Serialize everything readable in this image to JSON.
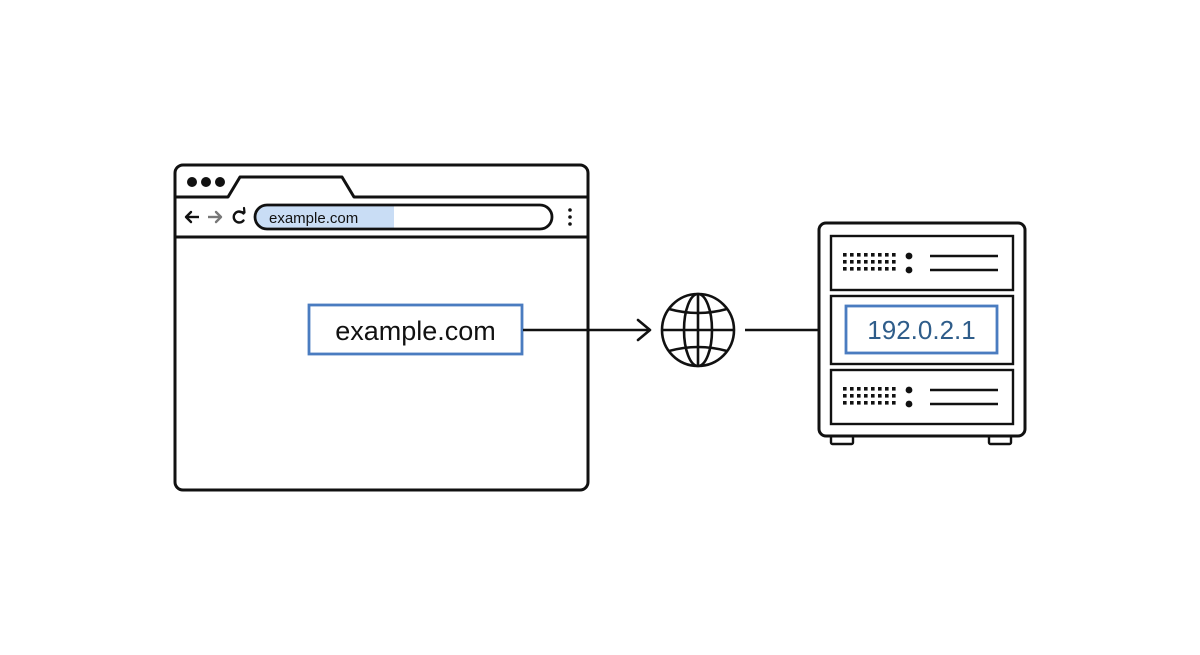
{
  "browser": {
    "window_controls": [
      "dot",
      "dot",
      "dot"
    ],
    "nav_icons": [
      "arrow-left-icon",
      "arrow-right-icon",
      "reload-icon",
      "more-vertical-icon"
    ],
    "address_bar": {
      "value": "example.com",
      "highlight_color": "#c9ddf5"
    },
    "page_label": "example.com"
  },
  "network": {
    "icon": "globe-icon"
  },
  "server": {
    "ip_label": "192.0.2.1",
    "ip_color": "#2f5d8a"
  },
  "colors": {
    "outline": "#111111",
    "accent_border": "#4a7cc0",
    "address_fill": "#c9ddf5",
    "address_bg": "#ffffff"
  }
}
